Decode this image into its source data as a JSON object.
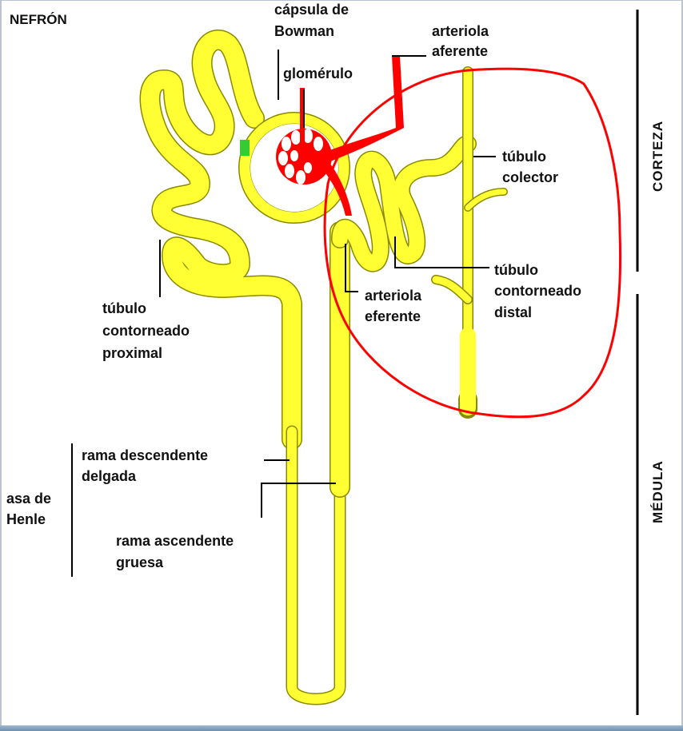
{
  "title": "NEFRÓN",
  "zones": {
    "upper": "CORTEZA",
    "lower": "MÉDULA"
  },
  "labels": {
    "capsule_line1": "cápsula de",
    "capsule_line2": "Bowman",
    "glomerulus": "glomérulo",
    "afferent_line1": "arteriola",
    "afferent_line2": "aferente",
    "collector_line1": "túbulo",
    "collector_line2": "colector",
    "distal_line1": "túbulo",
    "distal_line2": "contorneado",
    "distal_line3": "distal",
    "efferent_line1": "arteriola",
    "efferent_line2": "eferente",
    "proximal_line1": "túbulo",
    "proximal_line2": "contorneado",
    "proximal_line3": "proximal",
    "loop_line1": "asa de",
    "loop_line2": "Henle",
    "desc_line1": "rama descendente",
    "desc_line2": "delgada",
    "asc_line1": "rama ascendente",
    "asc_line2": "gruesa"
  },
  "colors": {
    "tubule": "#ffff33",
    "tubule_outline": "#8a8a00",
    "vessel": "#ff0000",
    "highlight": "#ff0000",
    "macula": "#33cc33"
  }
}
